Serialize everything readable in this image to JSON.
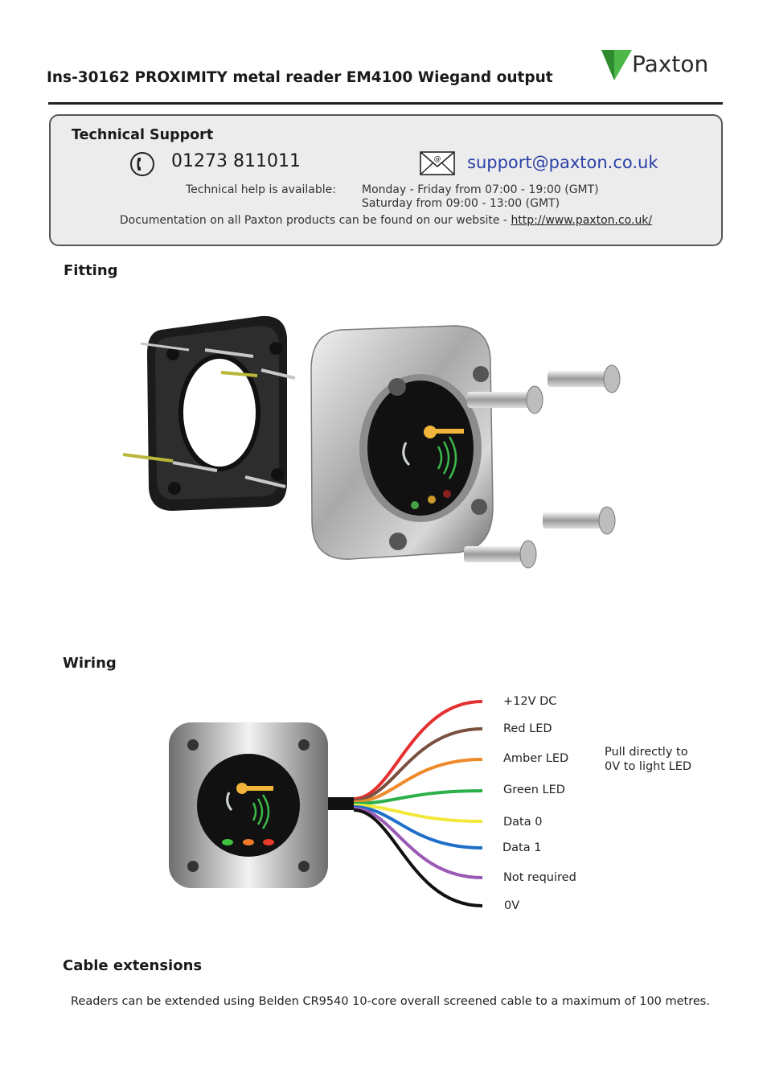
{
  "header": {
    "title": "Ins-30162 PROXIMITY metal reader EM4100 Wiegand output",
    "logo_text": "Paxton"
  },
  "support": {
    "title": "Technical Support",
    "phone": "01273 811011",
    "email": "support@paxton.co.uk",
    "help_label": "Technical help is available:",
    "hours_weekday": "Monday - Friday from 07:00 - 19:00 (GMT)",
    "hours_saturday": "Saturday from 09:00 - 13:00 (GMT)",
    "docs_text": "Documentation on all Paxton products can be found on our website - ",
    "docs_link": "http://www.paxton.co.uk/"
  },
  "sections": {
    "fitting": "Fitting",
    "wiring": "Wiring",
    "cable": "Cable extensions"
  },
  "wiring": {
    "wires": [
      {
        "label": "+12V DC",
        "color": "#e53030"
      },
      {
        "label": "Red LED",
        "color": "#7a5140"
      },
      {
        "label": "Amber LED",
        "color": "#ee8a2a"
      },
      {
        "label": "Green LED",
        "color": "#2bb04a"
      },
      {
        "label": "Data 0",
        "color": "#f2e83a"
      },
      {
        "label": "Data 1",
        "color": "#1f6fc8"
      },
      {
        "label": "Not required",
        "color": "#9b59b6"
      },
      {
        "label": "0V",
        "color": "#111111"
      }
    ],
    "note_line1": "Pull directly to",
    "note_line2": "0V to light LED"
  },
  "cable_text": "Readers can be extended using Belden CR9540 10-core overall screened cable to a maximum of 100 metres.",
  "colors": {
    "accent": "#2b3fa8",
    "logo_green": "#3aa53a",
    "box_bg": "#ececec"
  }
}
